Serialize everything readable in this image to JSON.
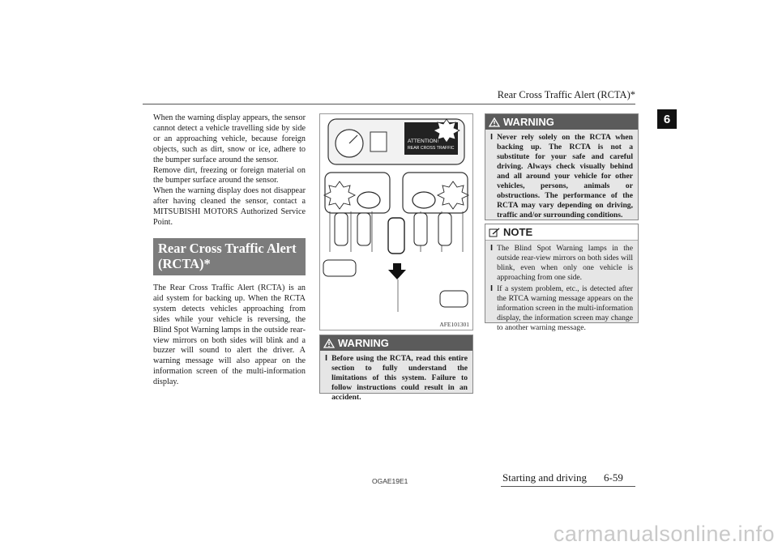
{
  "header": {
    "title": "Rear Cross Traffic Alert (RCTA)*",
    "tab": "6"
  },
  "col1": {
    "paragraphs": [
      "When the warning display appears, the sensor cannot detect a vehicle travelling side by side or an approaching vehicle, because foreign objects, such as dirt, snow or ice, adhere to the bumper surface around the sensor.",
      "Remove dirt, freezing or foreign material on the bumper surface around the sensor.",
      "When the warning display does not disappear after having cleaned the sensor, contact a MITSUBISHI MOTORS Authorized Service Point."
    ],
    "heading": "Rear Cross Traffic Alert (RCTA)*",
    "intro": "The Rear Cross Traffic Alert (RCTA) is an aid system for backing up. When the RCTA system detects vehicles approaching from sides while your vehicle is reversing, the Blind Spot Warning lamps in the outside rear-view mirrors on both sides will blink and a buzzer will sound to alert the driver. A warning message will also appear on the information screen of the multi-information display."
  },
  "figure": {
    "code": "AFE101301",
    "screen_line1": "ATTENTION!",
    "screen_line2": "REAR CROSS TRAFFIC"
  },
  "warning1": {
    "label": "WARNING",
    "bullet": "l",
    "text": "Before using the RCTA, read this entire section to fully understand the limitations of this system. Failure to follow instructions could result in an accident."
  },
  "warning2": {
    "label": "WARNING",
    "bullet": "l",
    "text": "Never rely solely on the RCTA when backing up. The RCTA is not a substitute for your safe and careful driving. Always check visually behind and all around your vehicle for other vehicles, persons, animals or obstructions. The performance of the RCTA may vary depending on driving, traffic and/or surrounding conditions."
  },
  "note": {
    "label": "NOTE",
    "items": [
      {
        "bullet": "l",
        "text": "The Blind Spot Warning lamps in the outside rear-view mirrors on both sides will blink, even when only one vehicle is approaching from one side."
      },
      {
        "bullet": "l",
        "text": "If a system problem, etc., is detected after the RTCA warning message appears on the information screen in the multi-information display, the information screen may change to another warning message."
      }
    ]
  },
  "footer": {
    "code": "OGAE19E1",
    "section": "Starting and driving",
    "page": "6-59"
  },
  "watermark": "carmanualsonline.info"
}
